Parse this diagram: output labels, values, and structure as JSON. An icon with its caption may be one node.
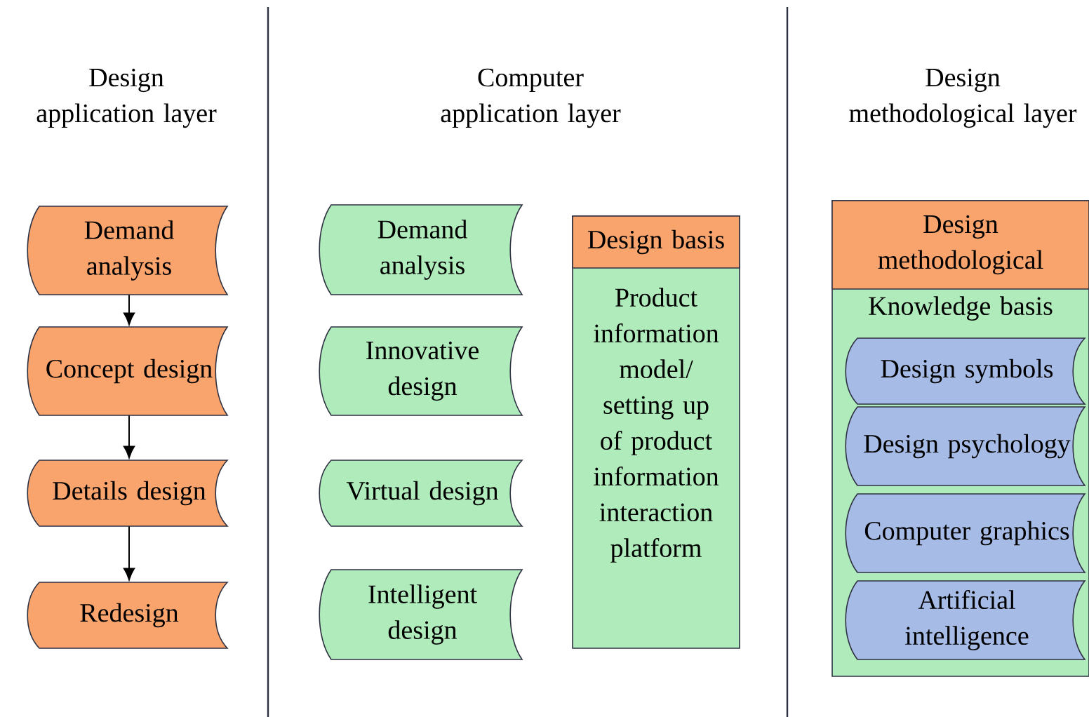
{
  "diagram": {
    "nodes": [
      {
        "text": [
          "Demand analysis"
        ]
      },
      {
        "text": [
          "Concept design"
        ]
      },
      {
        "text": [
          "Details design"
        ]
      },
      {
        "text": [
          "Redesign"
        ]
      },
      {
        "text": [
          "Demand analysis"
        ]
      },
      {
        "text": [
          "Innovative design"
        ]
      },
      {
        "text": [
          "Virtual design"
        ]
      },
      {
        "text": [
          "Intelligent design"
        ]
      },
      {
        "text": [
          "Design basis",
          "Product information model/ setting up of product information interaction platform"
        ]
      },
      {
        "text": [
          "Design methodological",
          "Knowledge basis"
        ]
      },
      {
        "text": [
          "Design symbols"
        ],
        "in": 9
      },
      {
        "text": [
          "Design psychology"
        ],
        "in": 9
      },
      {
        "text": [
          "Computer graphics"
        ],
        "in": 9
      },
      {
        "text": [
          "Artificial intelligence"
        ],
        "in": 9
      }
    ],
    "edges": [
      {
        "from": 0,
        "to": 1,
        "arrow": "to"
      },
      {
        "from": 1,
        "to": 2,
        "arrow": "to"
      },
      {
        "from": 2,
        "to": 3,
        "arrow": "to"
      }
    ],
    "labels": [
      "Design application layer",
      "Computer application layer",
      "Design methodological layer"
    ]
  }
}
